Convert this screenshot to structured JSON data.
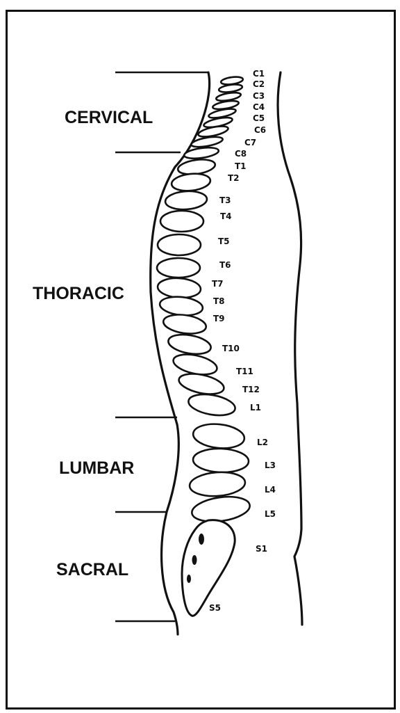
{
  "regions": {
    "cervical": "CERVICAL",
    "thoracic": "THORACIC",
    "lumbar": "LUMBAR",
    "sacral": "SACRAL"
  },
  "vertebrae": {
    "c1": "C1",
    "c2": "C2",
    "c3": "C3",
    "c4": "C4",
    "c5": "C5",
    "c6": "C6",
    "c7": "C7",
    "c8": "C8",
    "t1": "T1",
    "t2": "T2",
    "t3": "T3",
    "t4": "T4",
    "t5": "T5",
    "t6": "T6",
    "t7": "T7",
    "t8": "T8",
    "t9": "T9",
    "t10": "T10",
    "t11": "T11",
    "t12": "T12",
    "l1": "L1",
    "l2": "L2",
    "l3": "L3",
    "l4": "L4",
    "l5": "L5",
    "s1": "S1",
    "s5": "S5"
  }
}
